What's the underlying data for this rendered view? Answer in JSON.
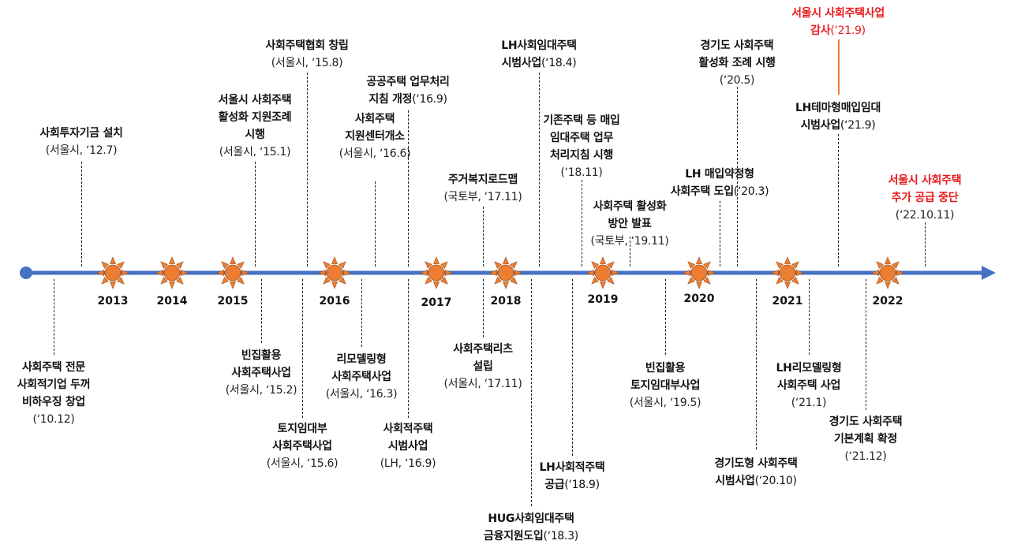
{
  "colors": {
    "axis": "#4472c4",
    "sun": "#ed7d31",
    "highlight": "#e8191c"
  },
  "years": [
    "2013",
    "2014",
    "2015",
    "2016",
    "2017",
    "2018",
    "2019",
    "2020",
    "2021",
    "2022"
  ],
  "events_top": [
    {
      "lines": [
        {
          "b": "사회투자기금 설치"
        }
      ],
      "sub": "(서울시, ‘12.7)"
    },
    {
      "lines": [
        {
          "b": "서울시 사회주택"
        },
        {
          "b": "활성화 지원조례"
        },
        {
          "b": "시행"
        }
      ],
      "sub": "(서울시, ‘15.1)"
    },
    {
      "lines": [
        {
          "b": "사회주택협회 창립"
        }
      ],
      "sub": "(서울시, ‘15.8)"
    },
    {
      "lines": [
        {
          "b": "사회주택"
        },
        {
          "b": "지원센터개소"
        }
      ],
      "sub": "(서울시, ‘16.6)"
    },
    {
      "lines": [
        {
          "b": "공공주택 업무처리"
        },
        {
          "b": "지침 개정",
          "r": "(‘16.9)"
        }
      ]
    },
    {
      "lines": [
        {
          "b": "주거복지로드맵"
        }
      ],
      "sub": "(국토부, ‘17.11)"
    },
    {
      "lines": [
        {
          "b": "LH사회임대주택"
        },
        {
          "b": "시범사업",
          "r": "(‘18.4)"
        }
      ]
    },
    {
      "lines": [
        {
          "b": "기존주택 등 매입"
        },
        {
          "b": "임대주택 업무"
        },
        {
          "b": "처리지침 시행"
        }
      ],
      "sub": "(‘18.11)"
    },
    {
      "lines": [
        {
          "b": "사회주택 활성화"
        },
        {
          "b": "방안 발표"
        }
      ],
      "sub": "(국토부, ‘19.11)"
    },
    {
      "lines": [
        {
          "b": "LH 매입약정형"
        },
        {
          "b": "사회주택 도입",
          "r": "(‘20.3)"
        }
      ]
    },
    {
      "lines": [
        {
          "b": "경기도 사회주택"
        },
        {
          "b": "활성화 조례 시행"
        }
      ],
      "sub": "(‘20.5)"
    },
    {
      "lines": [
        {
          "b": "서울시 사회주택사업"
        },
        {
          "b": "감사",
          "r": "(‘21.9)"
        }
      ],
      "highlight": true
    },
    {
      "lines": [
        {
          "b": "LH테마형매입임대"
        },
        {
          "b": "시범사업",
          "r": "(‘21.9)"
        }
      ]
    },
    {
      "lines": [
        {
          "b": "서울시 사회주택"
        },
        {
          "b": "추가 공급 중단"
        }
      ],
      "sub": "(‘22.10.11)",
      "highlight": true
    }
  ],
  "events_bottom": [
    {
      "lines": [
        {
          "b": "사회주택 전문"
        },
        {
          "b": "사회적기업 두꺼"
        },
        {
          "b": "비하우징 창업"
        }
      ],
      "sub": "(‘10.12)"
    },
    {
      "lines": [
        {
          "b": "빈집활용"
        },
        {
          "b": "사회주택사업"
        }
      ],
      "sub": "(서울시, ‘15.2)"
    },
    {
      "lines": [
        {
          "b": "토지임대부"
        },
        {
          "b": "사회주택사업"
        }
      ],
      "sub": "(서울시, ‘15.6)"
    },
    {
      "lines": [
        {
          "b": "리모델링형"
        },
        {
          "b": "사회주택사업"
        }
      ],
      "sub": "(서울시, ‘16.3)"
    },
    {
      "lines": [
        {
          "b": "사회적주택"
        },
        {
          "b": "시범사업"
        }
      ],
      "sub": "(LH, ‘16.9)"
    },
    {
      "lines": [
        {
          "b": "사회주택리츠"
        },
        {
          "b": "설립"
        }
      ],
      "sub": "(서울시, ‘17.11)"
    },
    {
      "lines": [
        {
          "b": "HUG사회임대주택"
        },
        {
          "b": "금융지원도입",
          "r": "(‘18.3)"
        }
      ]
    },
    {
      "lines": [
        {
          "b": "LH사회적주택"
        },
        {
          "b": "공급",
          "r": "(‘18.9)"
        }
      ]
    },
    {
      "lines": [
        {
          "b": "빈집활용"
        },
        {
          "b": "토지임대부사업"
        }
      ],
      "sub": "(서울시, ‘19.5)"
    },
    {
      "lines": [
        {
          "b": "경기도형 사회주택"
        },
        {
          "b": "시범사업",
          "r": "(‘20.10)"
        }
      ]
    },
    {
      "lines": [
        {
          "b": "LH리모델링형"
        },
        {
          "b": "사회주택 사업"
        }
      ],
      "sub": "(‘21.1)"
    },
    {
      "lines": [
        {
          "b": "경기도 사회주택"
        },
        {
          "b": "기본계획 확정"
        }
      ],
      "sub": "(‘21.12)"
    }
  ]
}
